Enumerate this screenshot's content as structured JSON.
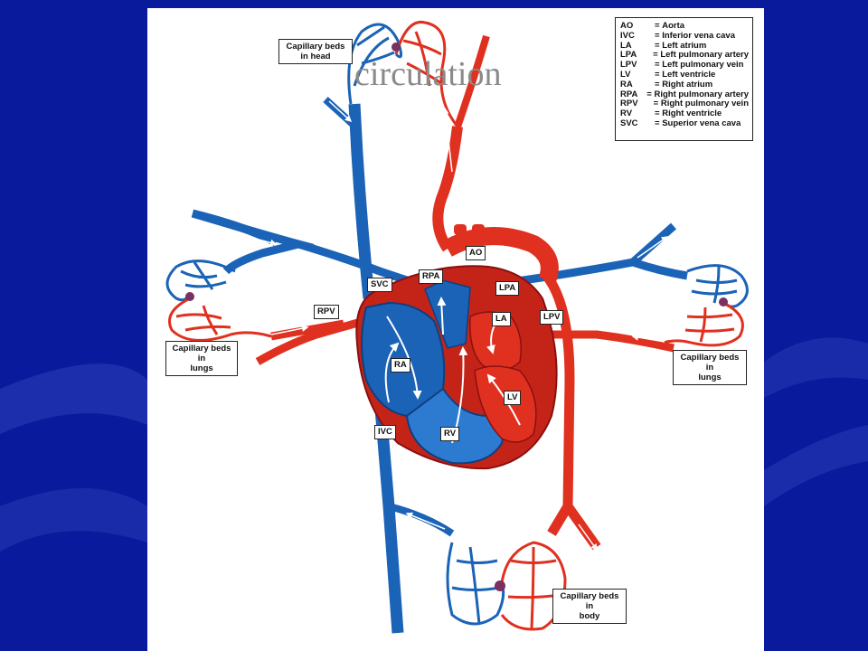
{
  "slide": {
    "title": "circulation"
  },
  "colors": {
    "background": "#0a1a9c",
    "oxygenated": "#e0301f",
    "deoxygenated": "#1b63b6",
    "dark_red": "#a01010"
  },
  "capillary_labels": {
    "head": "Capillary beds\nin head",
    "lungs_left": "Capillary beds in\nlungs",
    "lungs_right": "Capillary beds in\nlungs",
    "body": "Capillary beds in\nbody"
  },
  "tags": {
    "ao": "AO",
    "rpa": "RPA",
    "svc": "SVC",
    "lpa": "LPA",
    "rpv": "RPV",
    "la": "LA",
    "lpv": "LPV",
    "ra": "RA",
    "lv": "LV",
    "ivc": "IVC",
    "rv": "RV"
  },
  "legend": [
    {
      "abbr": "AO",
      "eq": "=",
      "meaning": "Aorta"
    },
    {
      "abbr": "IVC",
      "eq": "=",
      "meaning": "Inferior vena cava"
    },
    {
      "abbr": "LA",
      "eq": "=",
      "meaning": "Left atrium"
    },
    {
      "abbr": "LPA",
      "eq": "=",
      "meaning": "Left pulmonary artery"
    },
    {
      "abbr": "LPV",
      "eq": "=",
      "meaning": "Left pulmonary vein"
    },
    {
      "abbr": "LV",
      "eq": "=",
      "meaning": "Left ventricle"
    },
    {
      "abbr": "RA",
      "eq": "=",
      "meaning": "Right atrium"
    },
    {
      "abbr": "RPA",
      "eq": "=",
      "meaning": "Right pulmonary artery"
    },
    {
      "abbr": "RPV",
      "eq": "=",
      "meaning": "Right pulmonary vein"
    },
    {
      "abbr": "RV",
      "eq": "=",
      "meaning": "Right ventricle"
    },
    {
      "abbr": "SVC",
      "eq": "=",
      "meaning": "Superior vena cava"
    }
  ]
}
